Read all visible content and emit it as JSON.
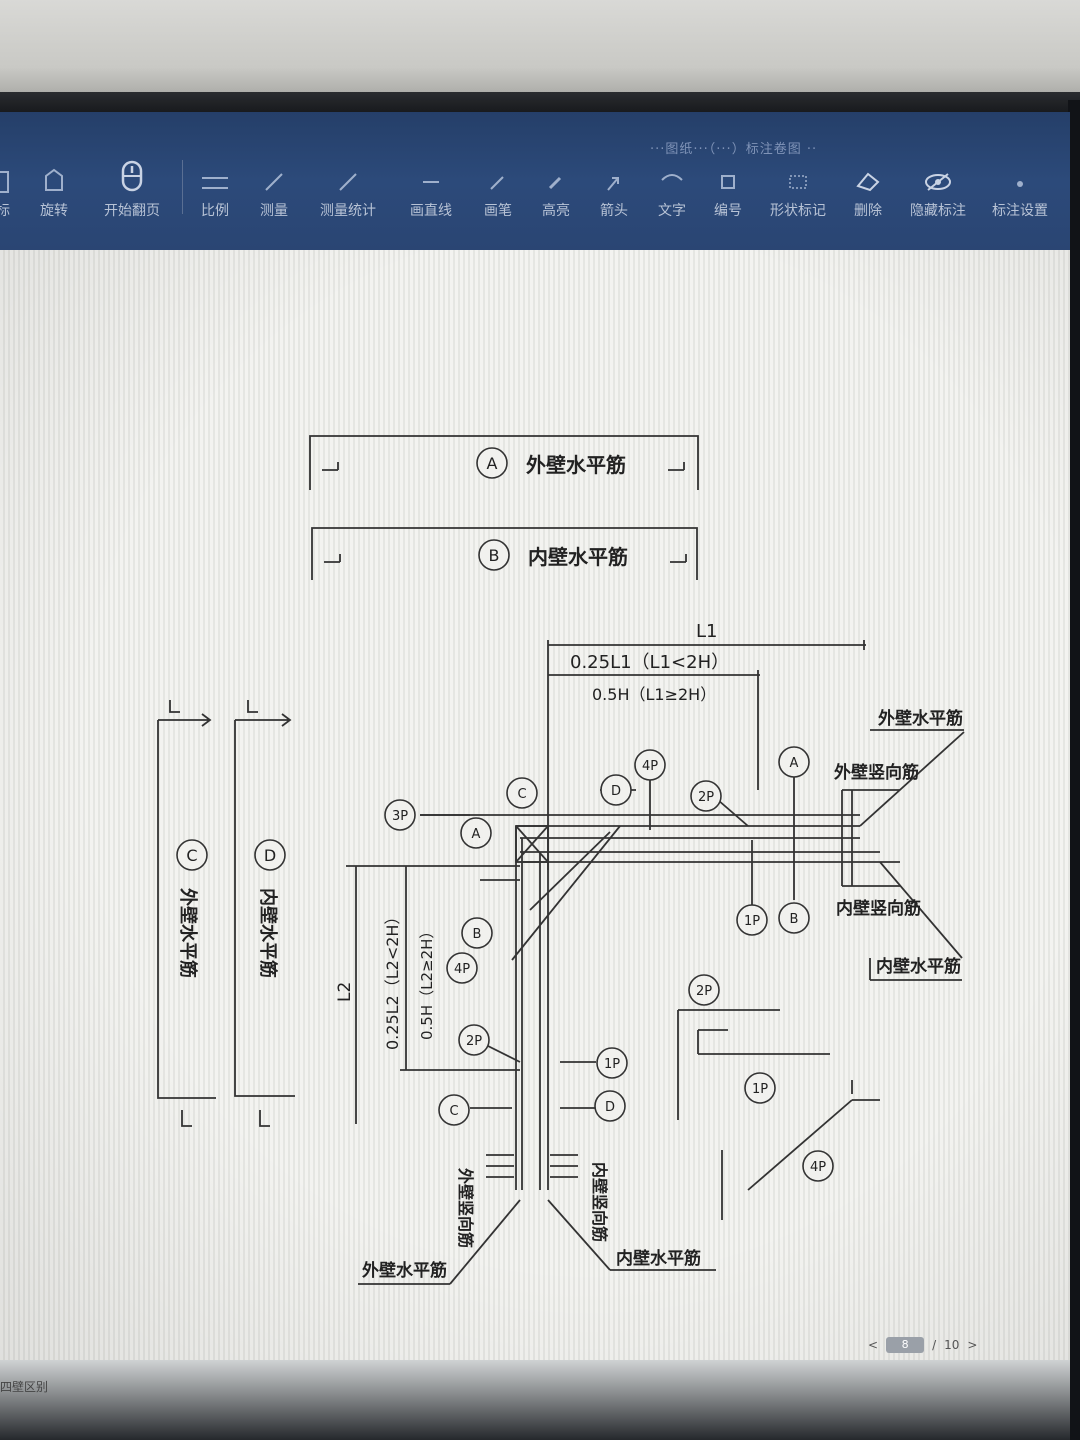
{
  "window": {
    "title": "···图纸···（···）标注卷图 ··"
  },
  "toolbar": {
    "items": [
      {
        "label": "标",
        "icon": "marker-icon"
      },
      {
        "label": "旋转",
        "icon": "rotate-icon"
      },
      {
        "label": "开始翻页",
        "icon": "mouse-icon"
      },
      {
        "label": "比例",
        "icon": "ruler-icon"
      },
      {
        "label": "测量",
        "icon": "measure-icon"
      },
      {
        "label": "测量统计",
        "icon": "measure-stats-icon"
      },
      {
        "label": "画直线",
        "icon": "line-icon"
      },
      {
        "label": "画笔",
        "icon": "pen-icon"
      },
      {
        "label": "高亮",
        "icon": "highlight-icon"
      },
      {
        "label": "箭头",
        "icon": "arrow-icon"
      },
      {
        "label": "文字",
        "icon": "text-icon"
      },
      {
        "label": "编号",
        "icon": "number-icon"
      },
      {
        "label": "形状标记",
        "icon": "shape-icon"
      },
      {
        "label": "删除",
        "icon": "eraser-icon"
      },
      {
        "label": "隐藏标注",
        "icon": "eye-icon"
      },
      {
        "label": "标注设置",
        "icon": "settings-icon"
      }
    ]
  },
  "drawing": {
    "barA": {
      "tag": "A",
      "label": "外壁水平筋"
    },
    "barB": {
      "tag": "B",
      "label": "内壁水平筋"
    },
    "barC": {
      "tag": "C",
      "label": "外壁水平筋"
    },
    "barD": {
      "tag": "D",
      "label": "内壁水平筋"
    },
    "dims": {
      "L1": "L1",
      "d1": "0.25L1（L1<2H）",
      "d2": "0.5H（L1≥2H）",
      "L2": "L2",
      "d3": "0.25L2（L2<2H）",
      "d4": "0.5H（L2≥2H）",
      "L": "L"
    },
    "tags": {
      "p1": "1P",
      "p2": "2P",
      "p3": "3P",
      "p4": "4P",
      "a": "A",
      "b": "B",
      "c": "C",
      "d": "D"
    },
    "notes": {
      "outer_h": "外壁水平筋",
      "outer_v": "外壁竖向筋",
      "inner_v": "内壁竖向筋",
      "inner_h": "内壁水平筋"
    }
  },
  "pagination": {
    "current": "8",
    "separator": "/",
    "total": "10",
    "next": ">",
    "prev": "<"
  },
  "status": {
    "left": "四壁区别"
  }
}
